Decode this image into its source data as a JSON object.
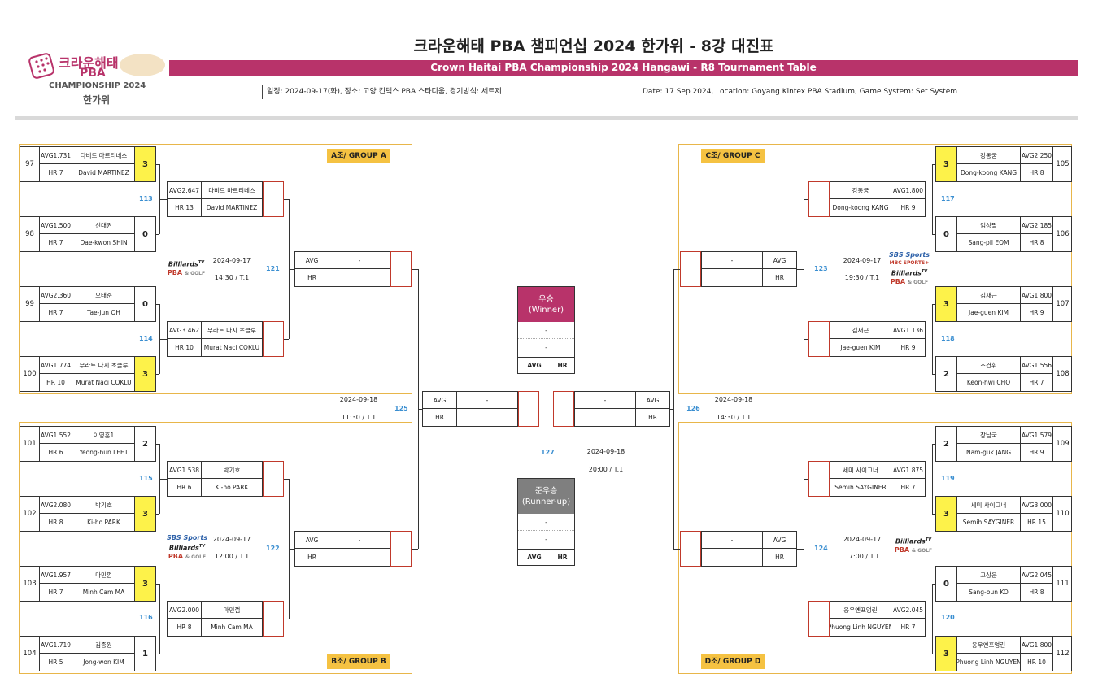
{
  "header": {
    "logo_line1": "크라운해태",
    "logo_line2": "PBA",
    "logo_line3": "CHAMPIONSHIP 2024",
    "logo_line4": "한가위",
    "title": "크라운해태 PBA 챔피언십 2024 한가위 - 8강 대진표",
    "subtitle": "Crown Haitai PBA Championship 2024 Hangawi - R8 Tournament Table",
    "info_kr": "일정: 2024-09-17(화), 장소: 고양 킨텍스 PBA 스타디움, 경기방식: 세트제",
    "info_en": "Date: 17 Sep 2024, Location: Goyang Kintex PBA Stadium, Game System: Set System"
  },
  "groups": {
    "a": "A조/ GROUP A",
    "b": "B조/ GROUP B",
    "c": "C조/ GROUP C",
    "d": "D조/ GROUP D"
  },
  "players": {
    "p97": {
      "num": "97",
      "avg": "AVG1.731",
      "hr": "HR 7",
      "kr": "다비드 마르티네스",
      "en": "David MARTINEZ",
      "score": "3"
    },
    "p98": {
      "num": "98",
      "avg": "AVG1.500",
      "hr": "HR 7",
      "kr": "신대권",
      "en": "Dae-kwon SHIN",
      "score": "0"
    },
    "p99": {
      "num": "99",
      "avg": "AVG2.360",
      "hr": "HR 7",
      "kr": "오태준",
      "en": "Tae-jun OH",
      "score": "0"
    },
    "p100": {
      "num": "100",
      "avg": "AVG1.774",
      "hr": "HR 10",
      "kr": "무라트 나지 초클루",
      "en": "Murat Naci COKLU",
      "score": "3"
    },
    "p101": {
      "num": "101",
      "avg": "AVG1.552",
      "hr": "HR 6",
      "kr": "이영훈1",
      "en": "Yeong-hun LEE1",
      "score": "2"
    },
    "p102": {
      "num": "102",
      "avg": "AVG2.080",
      "hr": "HR 8",
      "kr": "박기호",
      "en": "Ki-ho PARK",
      "score": "3"
    },
    "p103": {
      "num": "103",
      "avg": "AVG1.957",
      "hr": "HR 7",
      "kr": "마민껌",
      "en": "Minh Cam MA",
      "score": "3"
    },
    "p104": {
      "num": "104",
      "avg": "AVG1.719",
      "hr": "HR 5",
      "kr": "김종원",
      "en": "Jong-won KIM",
      "score": "1"
    },
    "p105": {
      "num": "105",
      "avg": "AVG2.250",
      "hr": "HR 8",
      "kr": "강동궁",
      "en": "Dong-koong KANG",
      "score": "3"
    },
    "p106": {
      "num": "106",
      "avg": "AVG2.185",
      "hr": "HR 8",
      "kr": "엄상필",
      "en": "Sang-pil EOM",
      "score": "0"
    },
    "p107": {
      "num": "107",
      "avg": "AVG1.800",
      "hr": "HR 9",
      "kr": "김재근",
      "en": "Jae-guen KIM",
      "score": "3"
    },
    "p108": {
      "num": "108",
      "avg": "AVG1.556",
      "hr": "HR 7",
      "kr": "조건휘",
      "en": "Keon-hwi CHO",
      "score": "2"
    },
    "p109": {
      "num": "109",
      "avg": "AVG1.579",
      "hr": "HR 9",
      "kr": "장남국",
      "en": "Nam-guk JANG",
      "score": "2"
    },
    "p110": {
      "num": "110",
      "avg": "AVG3.000",
      "hr": "HR 15",
      "kr": "세미 사이그너",
      "en": "Semih SAYGINER",
      "score": "3"
    },
    "p111": {
      "num": "111",
      "avg": "AVG2.045",
      "hr": "HR 8",
      "kr": "고상운",
      "en": "Sang-oun KO",
      "score": "0"
    },
    "p112": {
      "num": "112",
      "avg": "AVG1.800",
      "hr": "HR 10",
      "kr": "응우옌프엉린",
      "en": "Phuong Linh NGUYEN",
      "score": "3"
    }
  },
  "qf": {
    "q113": {
      "avg": "AVG2.647",
      "hr": "HR 13",
      "kr": "다비드 마르티네스",
      "en": "David MARTINEZ"
    },
    "q114": {
      "avg": "AVG3.462",
      "hr": "HR 10",
      "kr": "무라트 나지 초클루",
      "en": "Murat Naci COKLU"
    },
    "q115": {
      "avg": "AVG1.538",
      "hr": "HR 6",
      "kr": "박기호",
      "en": "Ki-ho PARK"
    },
    "q116": {
      "avg": "AVG2.000",
      "hr": "HR 8",
      "kr": "마민껌",
      "en": "Minh Cam MA"
    },
    "q117": {
      "avg": "AVG1.800",
      "hr": "HR 9",
      "kr": "강동궁",
      "en": "Dong-koong KANG"
    },
    "q118": {
      "avg": "AVG1.136",
      "hr": "HR 9",
      "kr": "김재근",
      "en": "Jae-guen KIM"
    },
    "q119": {
      "avg": "AVG1.875",
      "hr": "HR 7",
      "kr": "세미 사이그너",
      "en": "Semih SAYGINER"
    },
    "q120": {
      "avg": "AVG2.045",
      "hr": "HR 7",
      "kr": "응우옌프엉린",
      "en": "Phuong Linh NGUYEN"
    }
  },
  "match_nums": {
    "m113": "113",
    "m114": "114",
    "m115": "115",
    "m116": "116",
    "m117": "117",
    "m118": "118",
    "m119": "119",
    "m120": "120",
    "m121": "121",
    "m122": "122",
    "m123": "123",
    "m124": "124",
    "m125": "125",
    "m126": "126",
    "m127": "127"
  },
  "schedule": {
    "s121_date": "2024-09-17",
    "s121_time": "14:30 / T.1",
    "s122_date": "2024-09-17",
    "s122_time": "12:00 / T.1",
    "s123_date": "2024-09-17",
    "s123_time": "19:30 / T.1",
    "s124_date": "2024-09-17",
    "s124_time": "17:00 / T.1",
    "s125_date": "2024-09-18",
    "s125_time": "11:30 / T.1",
    "s126_date": "2024-09-18",
    "s126_time": "14:30 / T.1",
    "s127_date": "2024-09-18",
    "s127_time": "20:00 / T.1"
  },
  "pending": {
    "avg": "AVG",
    "hr": "HR",
    "dash": "-"
  },
  "broadcast": {
    "billiards": "Billiards",
    "tv": "TV",
    "pba": "PBA",
    "golf": "& GOLF",
    "sbs": "SBS Sports",
    "mbc": "MBC SPORTS+"
  },
  "final": {
    "winner_kr": "우승",
    "winner_en": "(Winner)",
    "runner_kr": "준우승",
    "runner_en": "(Runner-up)",
    "dash": "-",
    "avg": "AVG",
    "hr": "HR"
  },
  "colors": {
    "brand": "#b8336a",
    "group": "#f5c242",
    "win": "#fdf24a",
    "match_num": "#3b8fd1",
    "runner": "#7f7f7f"
  }
}
